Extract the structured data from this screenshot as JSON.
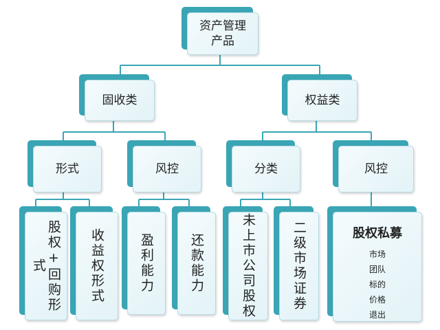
{
  "root": {
    "label": "资产管理\n产品"
  },
  "branches": {
    "fixed_income": {
      "label": "固收类",
      "form": {
        "label": "形式",
        "items": [
          "股权+回购形式",
          "收益权形式"
        ]
      },
      "risk": {
        "label": "风控",
        "items": [
          "盈利能力",
          "还款能力"
        ]
      }
    },
    "equity": {
      "label": "权益类",
      "category": {
        "label": "分类",
        "items": [
          "未上市公司股权",
          "二级市场证券"
        ]
      },
      "risk": {
        "label": "风控",
        "detail": {
          "title": "股权私募",
          "items": [
            "市场",
            "团队",
            "标的",
            "价格",
            "退出"
          ]
        }
      }
    }
  },
  "colors": {
    "accent": "#3aa5b5",
    "line": "#3aa5b5",
    "card_bg": "#eaf6f9"
  }
}
